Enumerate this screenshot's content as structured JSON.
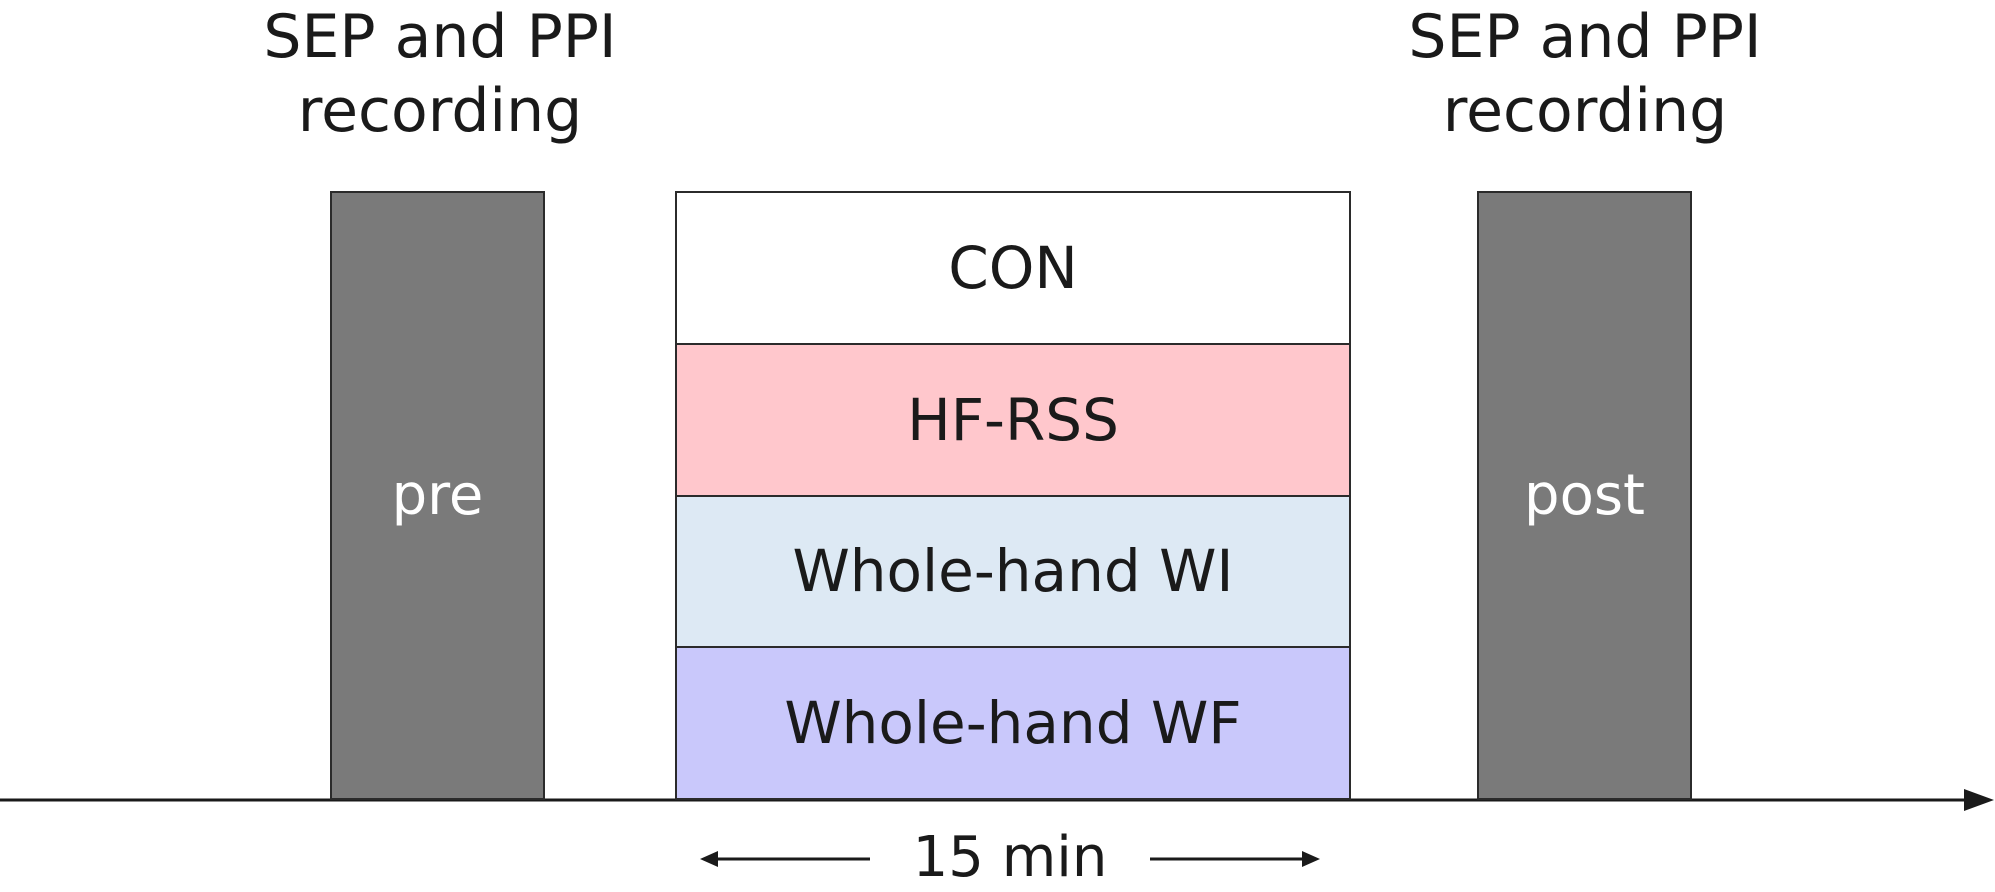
{
  "captions": {
    "left": {
      "line1": "SEP and PPI",
      "line2": "recording"
    },
    "right": {
      "line1": "SEP and PPI",
      "line2": "recording"
    }
  },
  "phases": {
    "pre": "pre",
    "post": "post"
  },
  "conditions": [
    {
      "label": "CON",
      "color": "#ffffff"
    },
    {
      "label": "HF-RSS",
      "color": "#ffc7cc"
    },
    {
      "label": "Whole-hand WI",
      "color": "#dde9f4"
    },
    {
      "label": "Whole-hand WF",
      "color": "#c9c8fb"
    }
  ],
  "duration_label": "15 min",
  "colors": {
    "phase_fill": "#7a7a7a",
    "outline": "#2b2b2b"
  }
}
